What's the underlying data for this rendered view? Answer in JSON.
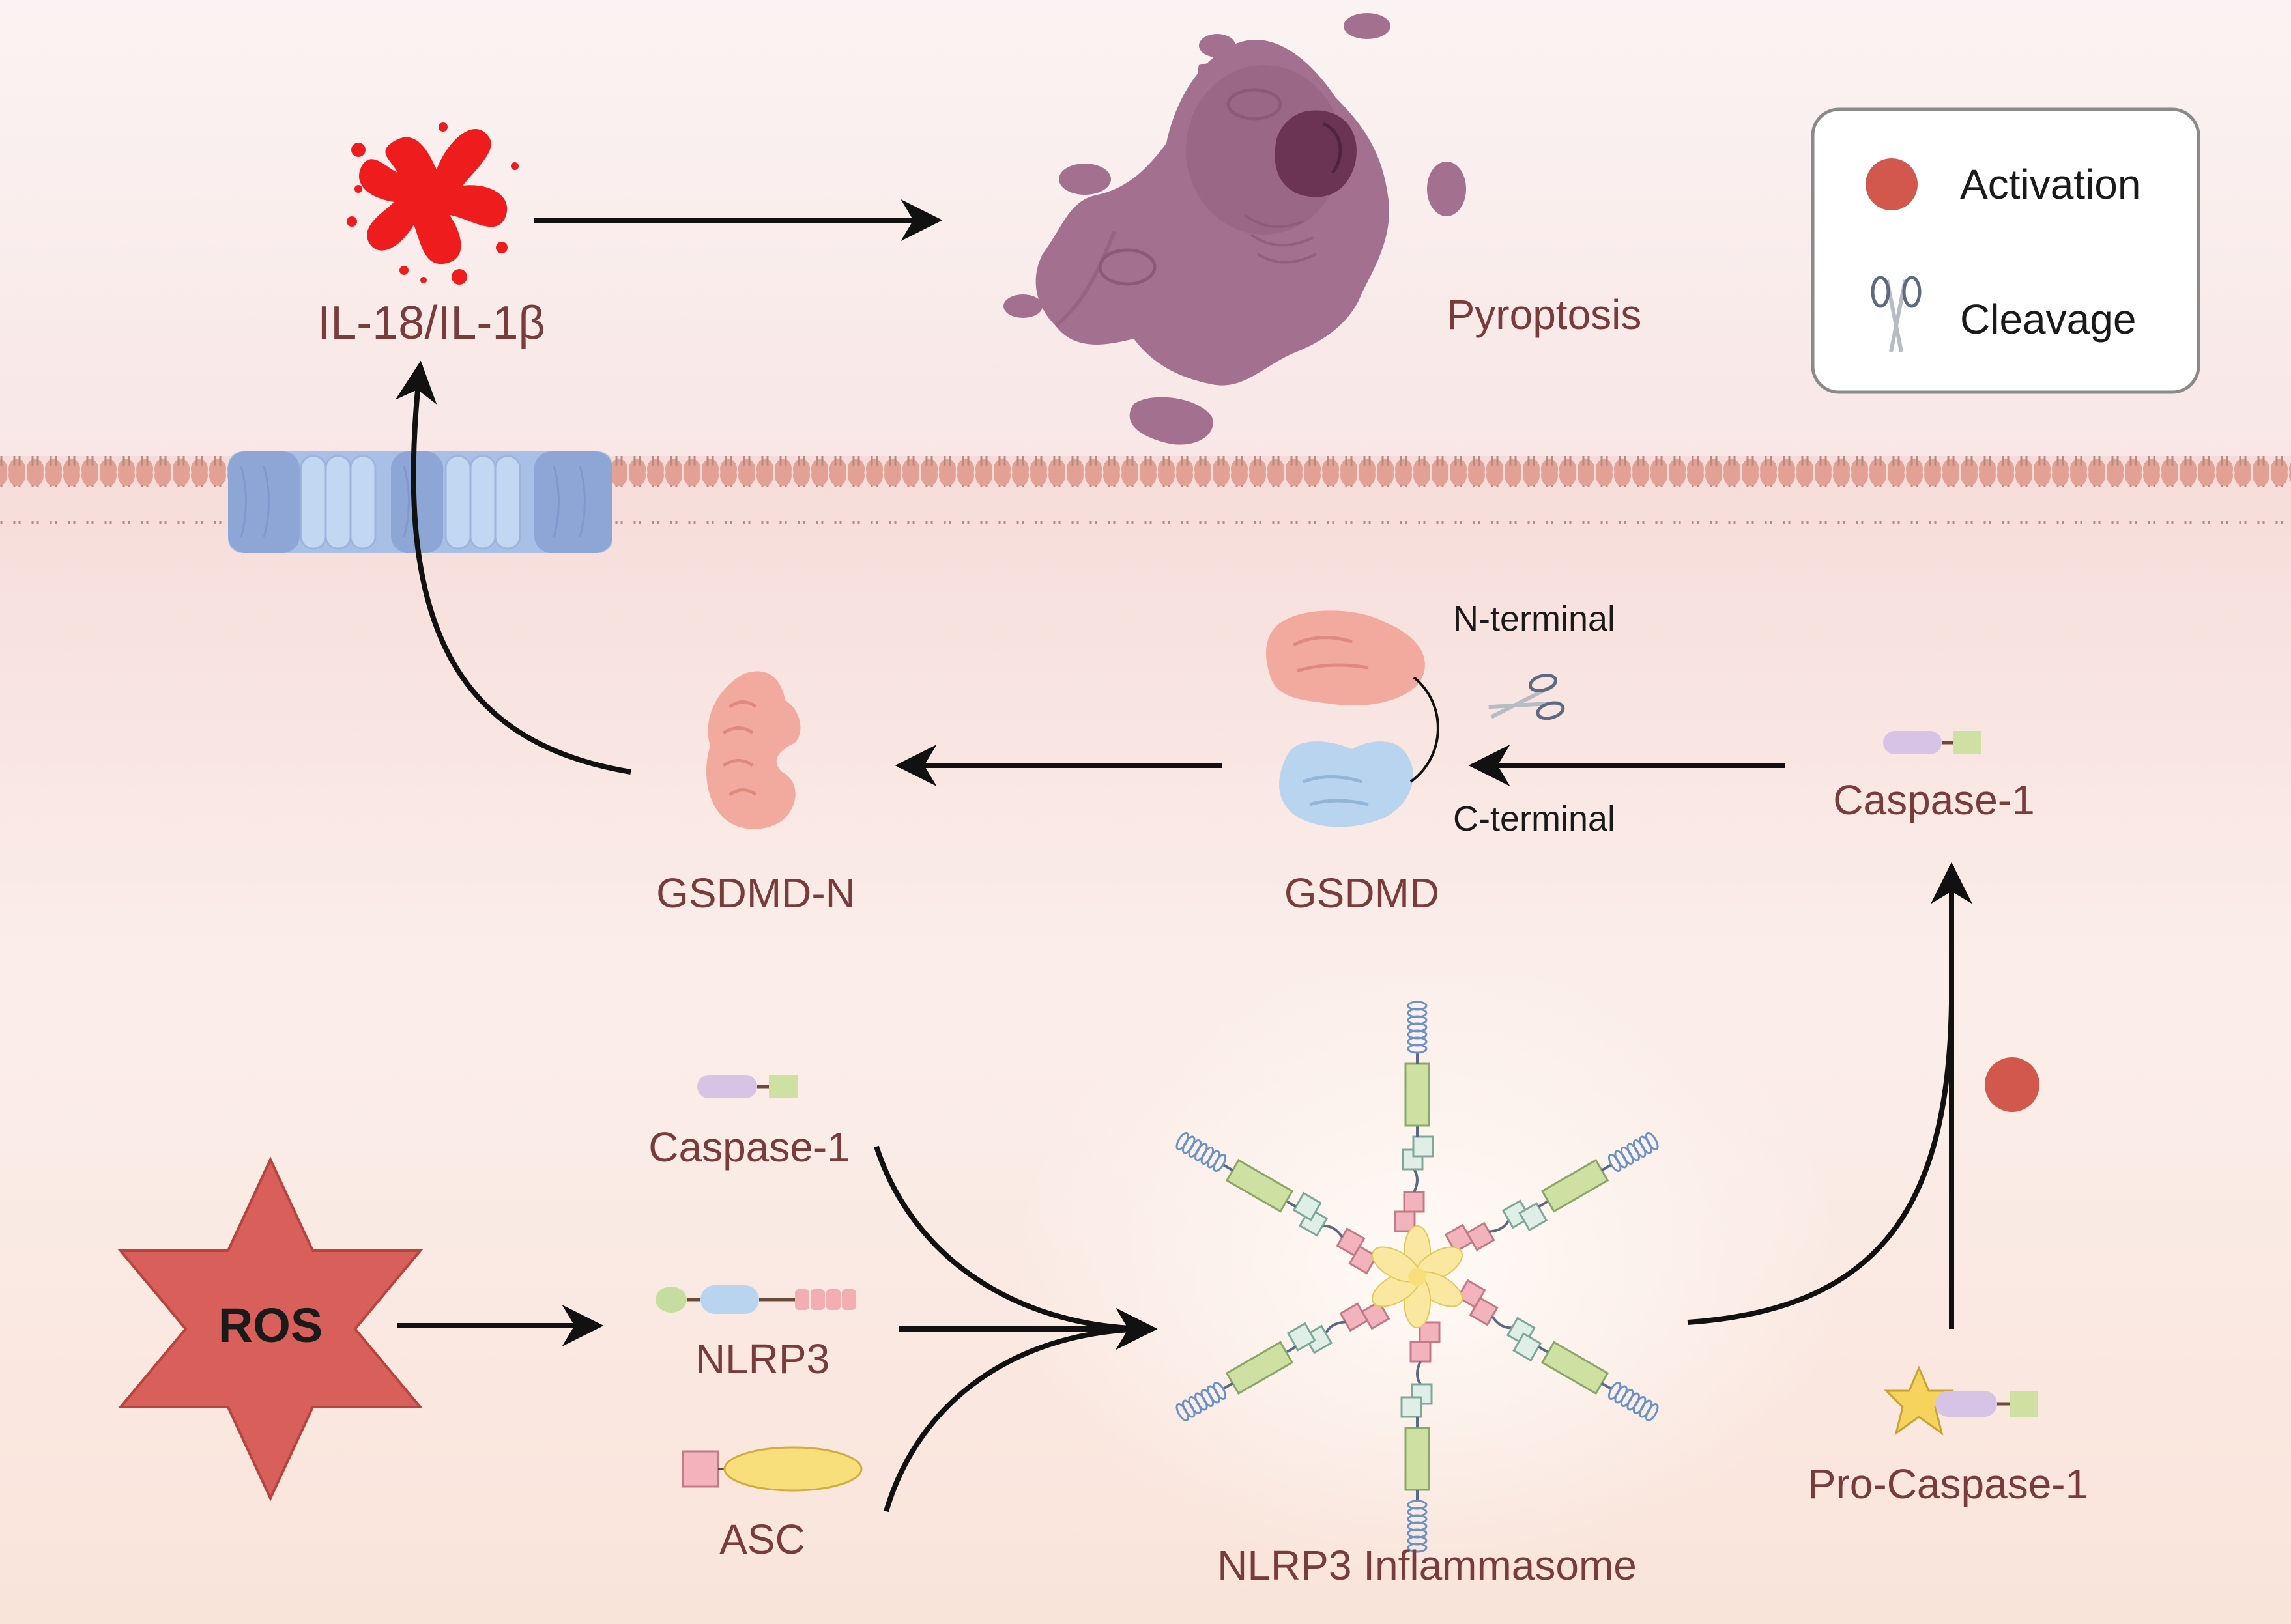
{
  "extracellular": {
    "cytokine_label": "IL-18/IL-1β",
    "pyroptosis_label": "Pyroptosis"
  },
  "legend": {
    "activation_label": "Activation",
    "cleavage_label": "Cleavage"
  },
  "intracellular": {
    "gsdmd_n_label": "GSDMD-N",
    "gsdmd_label": "GSDMD",
    "n_terminal_label": "N-terminal",
    "c_terminal_label": "C-terminal",
    "caspase1_top_label": "Caspase-1",
    "caspase1_label": "Caspase-1",
    "nlrp3_label": "NLRP3",
    "asc_label": "ASC",
    "ros_label": "ROS",
    "inflammasome_label": "NLRP3 Inflammasome",
    "procaspase1_label": "Pro-Caspase-1"
  },
  "colors": {
    "membrane_lipid": "#e3a094",
    "pore_dark": "#8ea6d6",
    "pore_light": "#b5cdee",
    "cytokine": "#ee1c1c",
    "cell_body": "#a4708f",
    "ros_star": "#d9605a",
    "activation_dot": "#d2574d",
    "label_text": "#7a3b3b",
    "arrow": "#111111"
  }
}
